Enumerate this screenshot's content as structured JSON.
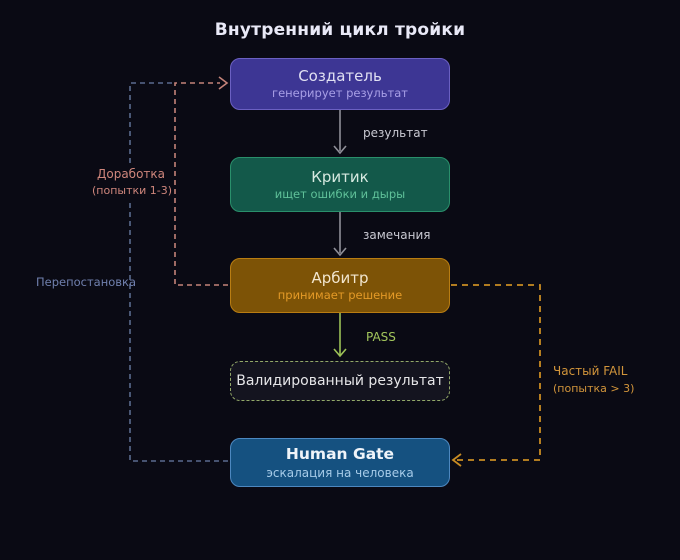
{
  "title": "Внутренний цикл тройки",
  "nodes": {
    "creator": {
      "title": "Создатель",
      "subtitle": "генерирует результат"
    },
    "critic": {
      "title": "Критик",
      "subtitle": "ищет ошибки и дыры"
    },
    "arbiter": {
      "title": "Арбитр",
      "subtitle": "принимает решение"
    },
    "validated": {
      "title": "Валидированный результат"
    },
    "human_gate": {
      "title": "Human Gate",
      "subtitle": "эскалация на человека"
    }
  },
  "edge_labels": {
    "result": "результат",
    "remarks": "замечания",
    "pass": "PASS",
    "rework_title": "Доработка",
    "rework_note": "(попытки 1-3)",
    "reassignment": "Перепостановка",
    "frequent_fail_title": "Частый FAIL",
    "frequent_fail_note": "(попытка > 3)"
  },
  "colors": {
    "background": "#0a0a14",
    "title_text": "#e9e9f7",
    "creator_fill": "#3d3694",
    "creator_border": "#6b60c2",
    "critic_fill": "#13594a",
    "critic_border": "#2a8f6b",
    "arbiter_fill": "#7d5306",
    "arbiter_border": "#b97d12",
    "validated_border": "#92a868",
    "human_gate_fill": "#155180",
    "human_gate_border": "#4d88c0",
    "solid_arrow": "#8f8f98",
    "pass_arrow": "#9cc157",
    "rework_edge": "#c48379",
    "reassignment_edge": "#5a6b8e",
    "fail_edge": "#c98c22"
  }
}
